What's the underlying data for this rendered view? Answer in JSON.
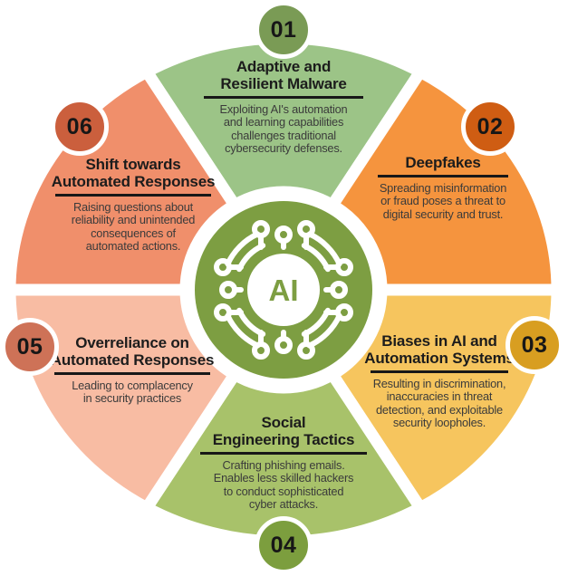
{
  "center": {
    "label": "AI",
    "circle_color": "#7D9E42"
  },
  "colors": {
    "background": "#FFFFFF",
    "title_text": "#1C1C1C",
    "description_text": "#3B3B3B",
    "underline": "#181818",
    "badge_number": "#171717"
  },
  "segments": [
    {
      "number": "01",
      "title": "Adaptive and\nResilient Malware",
      "description": "Exploiting AI's automation\nand learning capabilities\nchallenges traditional\ncybersecurity defenses.",
      "color": "#9CC487",
      "badge_color": "#7A9B55"
    },
    {
      "number": "02",
      "title": "Deepfakes",
      "description": "Spreading misinformation\nor fraud poses a threat to\ndigital security and trust.",
      "color": "#F5943E",
      "badge_color": "#CF5D13"
    },
    {
      "number": "03",
      "title": "Biases in AI and\nAutomation Systems",
      "description": "Resulting in discrimination,\ninaccuracies in threat\ndetection, and exploitable\nsecurity loopholes.",
      "color": "#F6C55E",
      "badge_color": "#D89E21"
    },
    {
      "number": "04",
      "title": "Social\nEngineering Tactics",
      "description": "Crafting phishing emails.\nEnables less skilled hackers\nto conduct sophisticated\ncyber attacks.",
      "color": "#A8C26A",
      "badge_color": "#7C9E3E"
    },
    {
      "number": "05",
      "title": "Overreliance on\nAutomated Responses",
      "description": "Leading to complacency\nin security practices",
      "color": "#F8BCA3",
      "badge_color": "#CE7257"
    },
    {
      "number": "06",
      "title": "Shift towards\nAutomated Responses",
      "description": "Raising questions about\nreliability and unintended\nconsequences of\nautomated actions.",
      "color": "#F08F6B",
      "badge_color": "#CB5F3D"
    }
  ]
}
